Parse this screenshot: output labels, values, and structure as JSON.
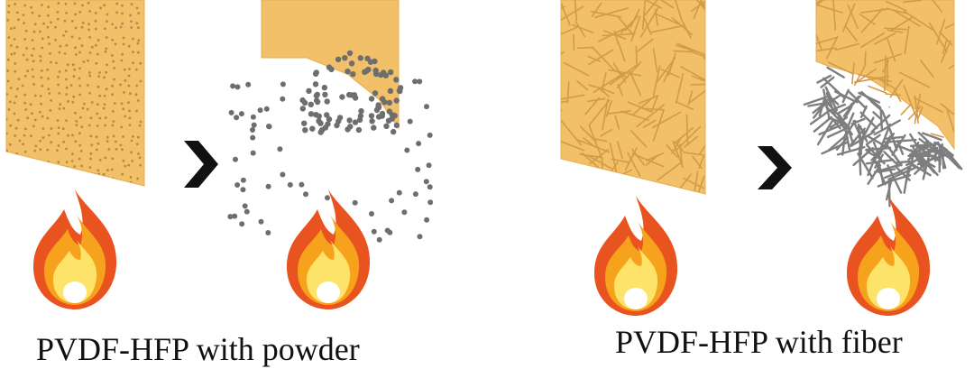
{
  "colors": {
    "film": "#f2c068",
    "film_edge": "#e6ad4f",
    "dot": "#6e6e6e",
    "fiber_in_film": "#d39a48",
    "fiber_released": "#7e7e7e",
    "arrow": "#111111",
    "flame_outer": "#e9531f",
    "flame_mid": "#f6a21c",
    "flame_inner": "#fde36a",
    "flame_core": "#ffffff"
  },
  "icons": {
    "arrow": "chevron-right-icon",
    "flame": "flame-icon"
  },
  "panels": [
    {
      "caption": "PVDF-HFP with powder",
      "filler": "powder"
    },
    {
      "caption": "PVDF-HFP with fiber",
      "filler": "fiber"
    }
  ]
}
